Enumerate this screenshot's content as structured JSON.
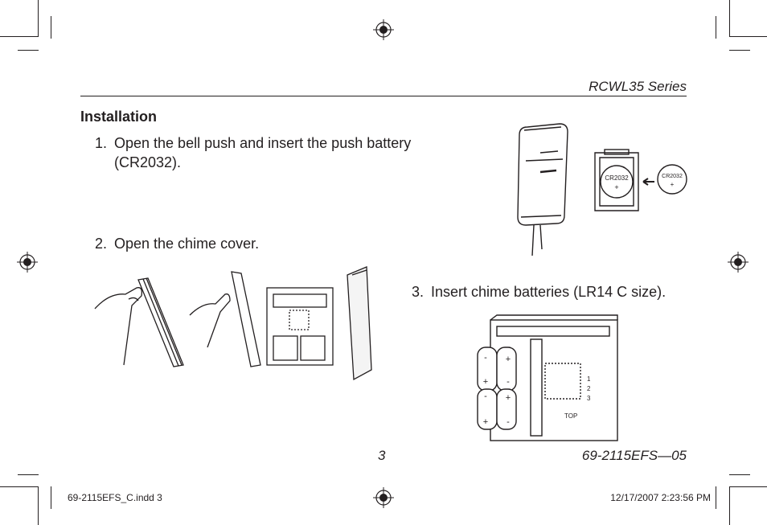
{
  "header": {
    "title": "RCWL35 Series"
  },
  "section": {
    "title": "Installation"
  },
  "steps": [
    {
      "number": "1.",
      "line1": "Open the bell push and insert the push battery",
      "line2": "(CR2032)."
    },
    {
      "number": "2.",
      "text": "Open the chime cover."
    },
    {
      "number": "3.",
      "text": "Insert chime batteries (LR14 C size)."
    }
  ],
  "figures": {
    "coin_cell_label": "CR2032",
    "top_label": "TOP",
    "polarity_plus": "+",
    "polarity_minus": "-",
    "switch_numbers": [
      "1",
      "2",
      "3"
    ]
  },
  "footer": {
    "page_number": "3",
    "doc_number": "69-2115EFS—05"
  },
  "slug": {
    "file": "69-2115EFS_C.indd   3",
    "timestamp": "12/17/2007   2:23:56 PM"
  }
}
